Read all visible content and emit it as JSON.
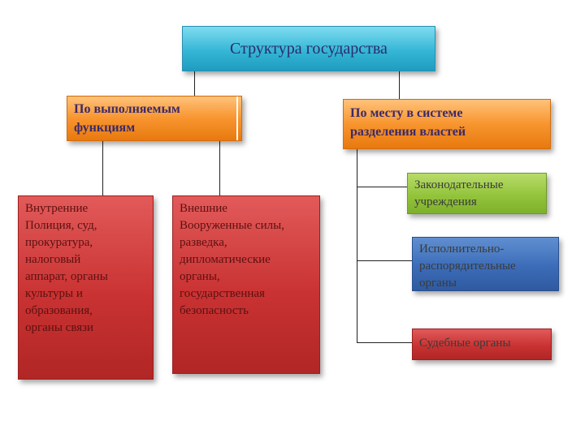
{
  "title": "Структура государства",
  "branches": {
    "functions": {
      "label": "По выполняемым\nфункциям",
      "inner": "Внутренние\nПолиция, суд,\nпрокуратура,\nналоговый\nаппарат, органы\nкультуры и\nобразования,\nорганы связи",
      "outer": "Внешние\nВооруженные силы,\nразведка,\nдипломатические\nорганы,\nгосударственная\nбезопасность"
    },
    "separation": {
      "label": "По месту в системе\nразделения властей",
      "legislative": "Законодательные\nучреждения",
      "executive": "Исполнительно-\nраспорядительные\nорганы",
      "judicial": "Судебные органы"
    }
  },
  "colors": {
    "title_fill": "#35b6d6",
    "category_fill": "#f8952e",
    "function_fill": "#c93232",
    "legislative_fill": "#94c43c",
    "executive_fill": "#3c6cb8",
    "judicial_fill": "#c93232"
  }
}
